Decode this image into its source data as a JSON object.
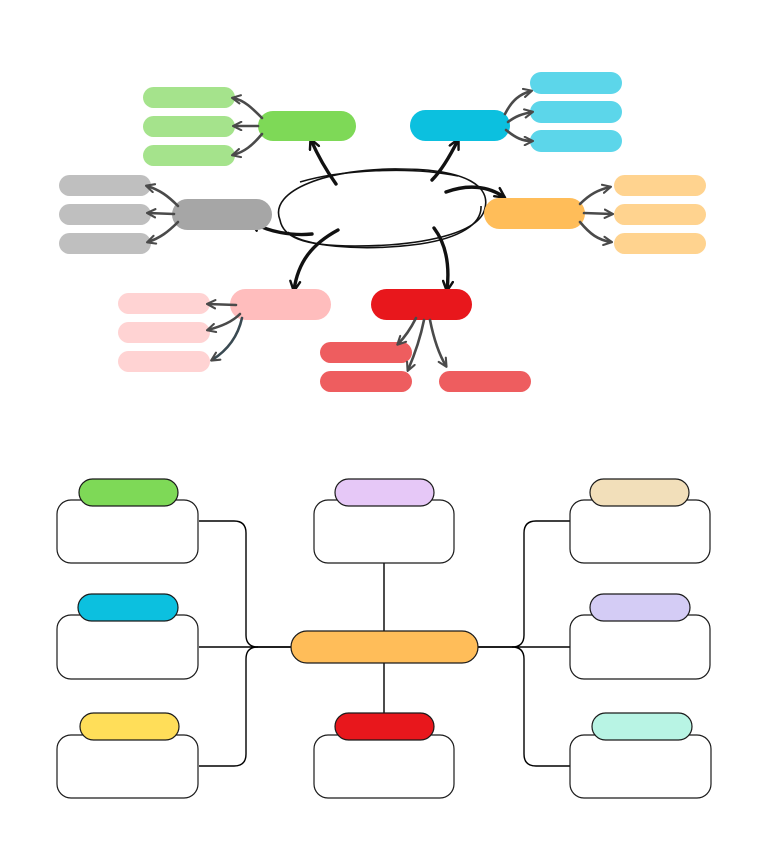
{
  "top_map": {
    "center": {
      "label": ""
    },
    "branches": [
      {
        "name": "green",
        "color": "#7ED957",
        "child_color": "#A5E38C",
        "label": "",
        "children": [
          "",
          "",
          ""
        ]
      },
      {
        "name": "blue",
        "color": "#0CC0DF",
        "child_color": "#5CD6EA",
        "label": "",
        "children": [
          "",
          "",
          ""
        ]
      },
      {
        "name": "gray",
        "color": "#A6A6A6",
        "child_color": "#BFBFBF",
        "label": "",
        "children": [
          "",
          "",
          ""
        ]
      },
      {
        "name": "orange",
        "color": "#FFBD59",
        "child_color": "#FFD38F",
        "label": "",
        "children": [
          "",
          "",
          ""
        ]
      },
      {
        "name": "pink",
        "color": "#FFBDBD",
        "child_color": "#FFD3D3",
        "label": "",
        "children": [
          "",
          "",
          ""
        ]
      },
      {
        "name": "red",
        "color": "#E8171C",
        "child_color": "#EE5D5F",
        "label": "",
        "children": [
          "",
          "",
          ""
        ]
      }
    ]
  },
  "bottom_map": {
    "center": {
      "label": "",
      "color": "#FFBD59"
    },
    "cards": [
      {
        "name": "top-left",
        "header_color": "#7ED957",
        "header": "",
        "body": ""
      },
      {
        "name": "middle-left",
        "header_color": "#0CC0DF",
        "header": "",
        "body": ""
      },
      {
        "name": "bottom-left",
        "header_color": "#FFDE59",
        "header": "",
        "body": ""
      },
      {
        "name": "top-center",
        "header_color": "#E6C8F7",
        "header": "",
        "body": ""
      },
      {
        "name": "bottom-center",
        "header_color": "#E8171C",
        "header": "",
        "body": ""
      },
      {
        "name": "top-right",
        "header_color": "#F2DFBA",
        "header": "",
        "body": ""
      },
      {
        "name": "middle-right",
        "header_color": "#D4CCF5",
        "header": "",
        "body": ""
      },
      {
        "name": "bottom-right",
        "header_color": "#B8F4E4",
        "header": "",
        "body": ""
      }
    ]
  }
}
